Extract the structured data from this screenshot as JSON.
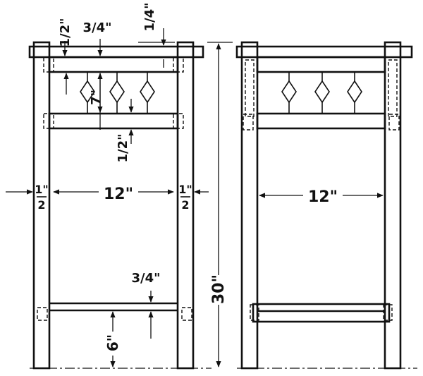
{
  "drawing": {
    "front_view": {
      "width_label": "12\"",
      "leg_width_left": "1\"",
      "leg_width_left_frac": "2",
      "leg_width_right": "1\"",
      "leg_width_right_frac": "2",
      "top_overhang": "1/4\"",
      "rail_thickness": "3/4\"",
      "rail_offset_top": "1/2\"",
      "rail_spacing": "7\"",
      "lower_gap": "1/2\"",
      "stretcher_thickness": "3/4\"",
      "stretcher_height": "6\"",
      "total_height": "30\""
    },
    "side_view": {
      "width_label": "12\""
    }
  }
}
